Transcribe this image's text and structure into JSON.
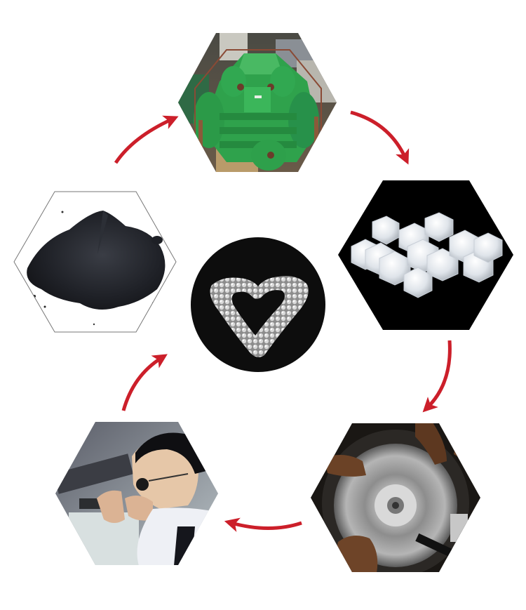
{
  "diagram": {
    "type": "process-cycle",
    "accent_color": "#cc1f2a",
    "steps": [
      {
        "id": "raw-material",
        "label": "Graphite powder",
        "shape": "hexagon",
        "icon": "powder-pile-icon"
      },
      {
        "id": "hpht-press",
        "label": "Cubic press machine",
        "shape": "hexagon",
        "icon": "press-machine-icon"
      },
      {
        "id": "rough-diamonds",
        "label": "Rough lab-grown diamond crystals",
        "shape": "hexagon",
        "icon": "crystals-icon"
      },
      {
        "id": "polishing",
        "label": "Diamond polishing wheel",
        "shape": "hexagon",
        "icon": "polishing-wheel-icon"
      },
      {
        "id": "inspection",
        "label": "Loupe inspection",
        "shape": "hexagon",
        "icon": "inspector-icon"
      }
    ],
    "center": {
      "id": "finished-diamonds",
      "label": "Polished diamonds in heart shape",
      "shape": "circle",
      "icon": "heart-diamonds-icon"
    },
    "arrows": [
      {
        "from": "raw-material",
        "to": "hpht-press"
      },
      {
        "from": "hpht-press",
        "to": "rough-diamonds"
      },
      {
        "from": "rough-diamonds",
        "to": "polishing"
      },
      {
        "from": "polishing",
        "to": "inspection"
      },
      {
        "from": "inspection",
        "to": "finished-diamonds"
      }
    ]
  }
}
